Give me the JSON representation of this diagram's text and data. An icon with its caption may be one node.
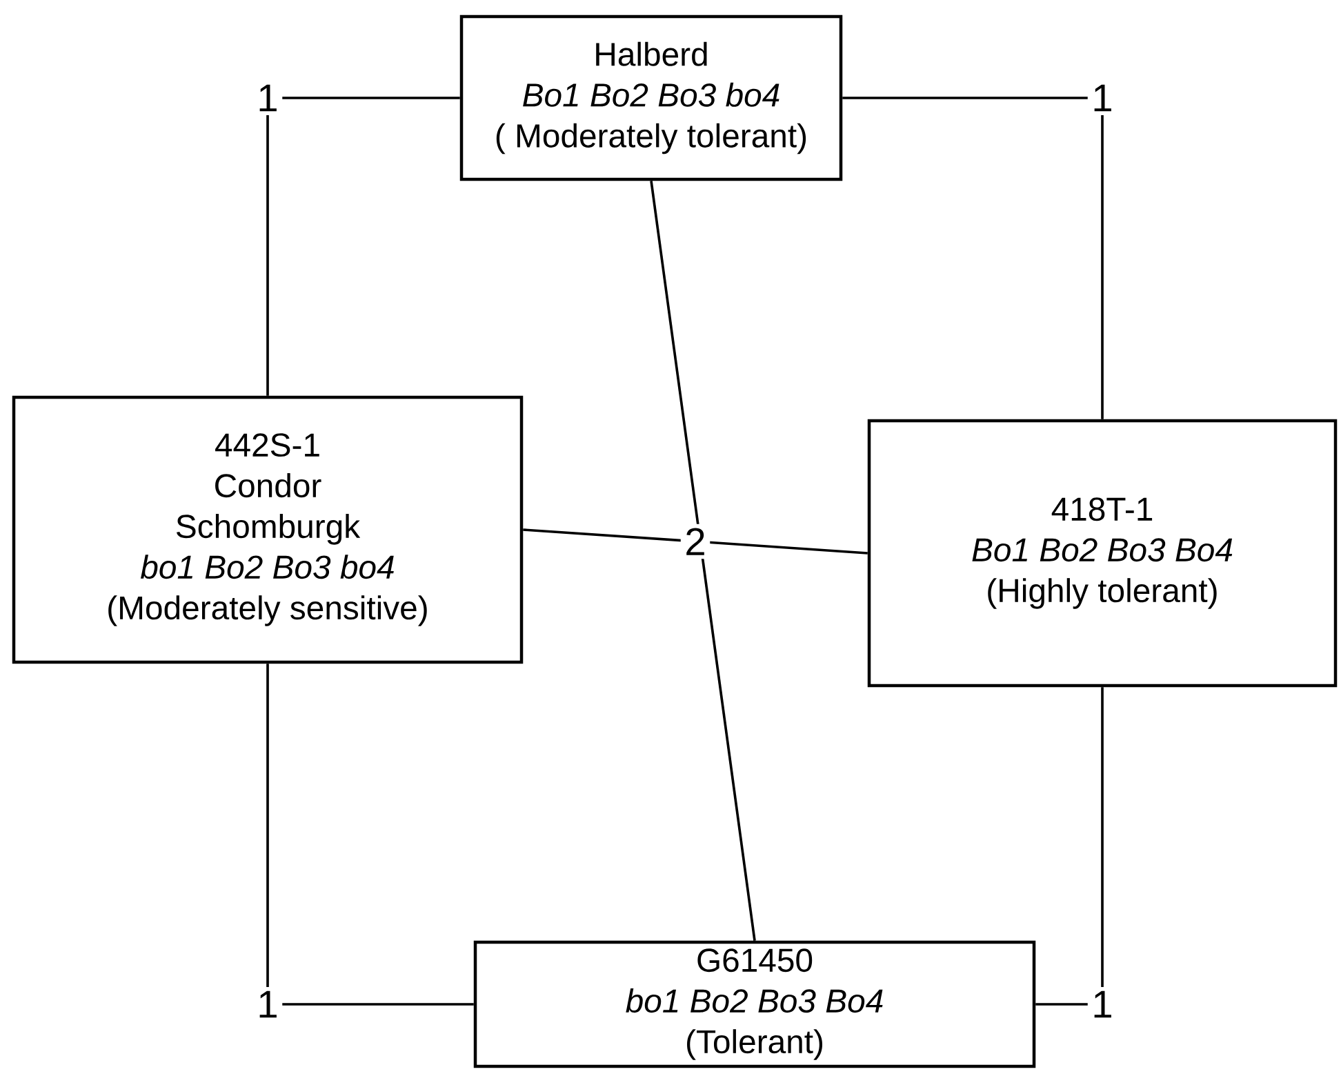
{
  "diagram": {
    "nodes": [
      {
        "text": [
          "Halberd",
          "Bo1 Bo2 Bo3 bo4",
          "( Moderately tolerant)"
        ]
      },
      {
        "text": [
          "442S-1",
          "Condor",
          "Schomburgk",
          "bo1 Bo2 Bo3 bo4",
          "(Moderately sensitive)"
        ]
      },
      {
        "text": [
          "418T-1",
          "Bo1 Bo2 Bo3 Bo4",
          "(Highly tolerant)"
        ]
      },
      {
        "text": [
          "G61450",
          "bo1 Bo2 Bo3 Bo4",
          "(Tolerant)"
        ]
      }
    ],
    "edges": [
      {
        "from": 0,
        "to": 1,
        "arrow": "none",
        "label": "1"
      },
      {
        "from": 0,
        "to": 2,
        "arrow": "none",
        "label": "1"
      },
      {
        "from": 1,
        "to": 3,
        "arrow": "none",
        "label": "1"
      },
      {
        "from": 2,
        "to": 3,
        "arrow": "none",
        "label": "1"
      },
      {
        "from": 0,
        "to": 3,
        "arrow": "none"
      },
      {
        "from": 1,
        "to": 2,
        "arrow": "none",
        "label": "2"
      }
    ]
  }
}
